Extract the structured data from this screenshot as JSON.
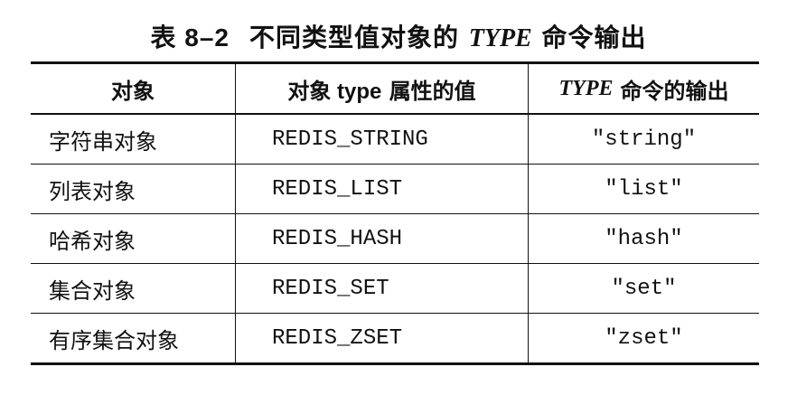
{
  "caption": {
    "number": "表 8–2",
    "title_prefix": "不同类型值对象的",
    "title_type": "TYPE",
    "title_suffix": "命令输出"
  },
  "table": {
    "headers": {
      "col1": "对象",
      "col2_en": "对象 type",
      "col2_cn": "属性的值",
      "col3_type": "TYPE",
      "col3_cn": "命令的输出"
    },
    "rows": [
      {
        "object": "字符串对象",
        "type_value": "REDIS_STRING",
        "output": "\"string\""
      },
      {
        "object": "列表对象",
        "type_value": "REDIS_LIST",
        "output": "\"list\""
      },
      {
        "object": "哈希对象",
        "type_value": "REDIS_HASH",
        "output": "\"hash\""
      },
      {
        "object": "集合对象",
        "type_value": "REDIS_SET",
        "output": "\"set\""
      },
      {
        "object": "有序集合对象",
        "type_value": "REDIS_ZSET",
        "output": "\"zset\""
      }
    ]
  }
}
